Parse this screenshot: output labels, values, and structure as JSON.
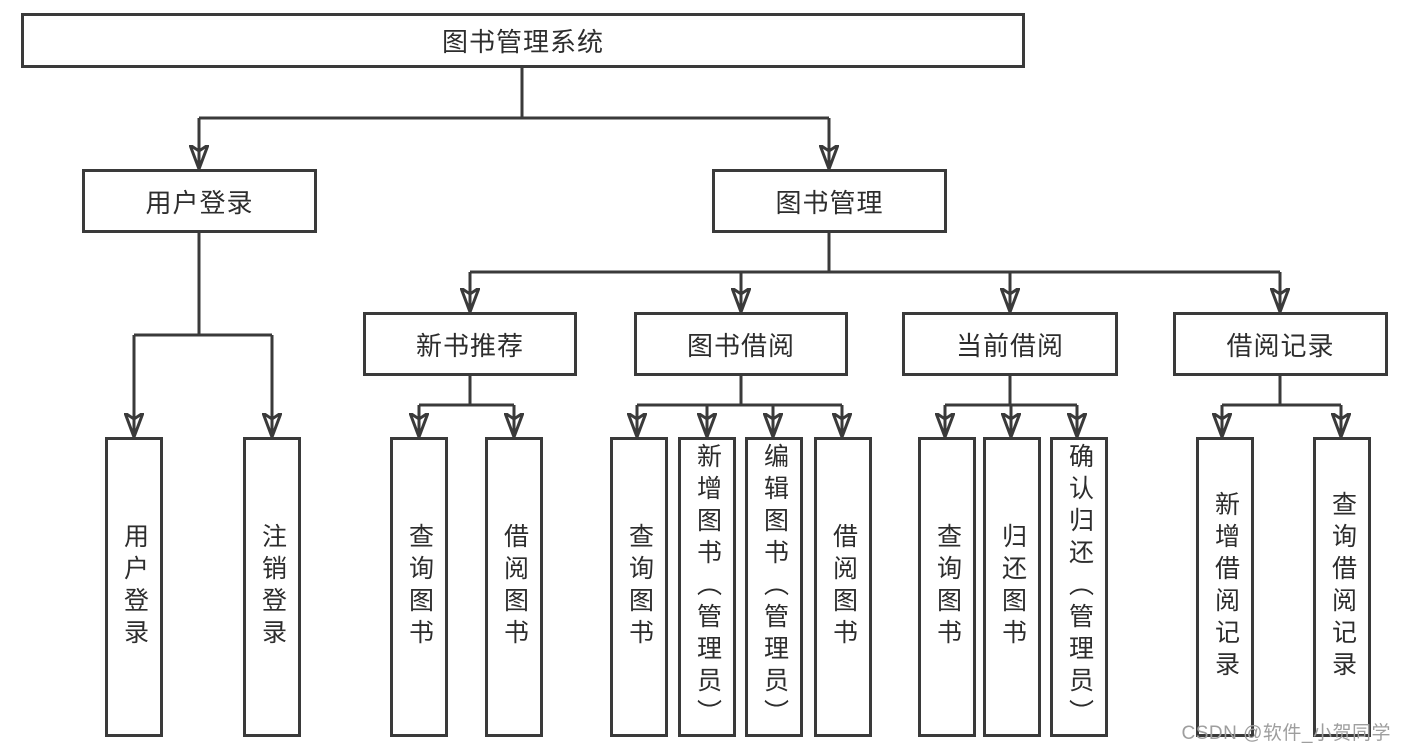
{
  "diagram": {
    "root": {
      "label": "图书管理系统",
      "children": [
        {
          "label": "用户登录",
          "children": [
            {
              "label": "用户登录"
            },
            {
              "label": "注销登录"
            }
          ]
        },
        {
          "label": "图书管理",
          "children": [
            {
              "label": "新书推荐",
              "children": [
                {
                  "label": "查询图书"
                },
                {
                  "label": "借阅图书"
                }
              ]
            },
            {
              "label": "图书借阅",
              "children": [
                {
                  "label": "查询图书"
                },
                {
                  "label": "新增图书（管理员）"
                },
                {
                  "label": "编辑图书（管理员）"
                },
                {
                  "label": "借阅图书"
                }
              ]
            },
            {
              "label": "当前借阅",
              "children": [
                {
                  "label": "查询图书"
                },
                {
                  "label": "归还图书"
                },
                {
                  "label": "确认归还（管理员）"
                }
              ]
            },
            {
              "label": "借阅记录",
              "children": [
                {
                  "label": "新增借阅记录"
                },
                {
                  "label": "查询借阅记录"
                }
              ]
            }
          ]
        }
      ]
    }
  },
  "watermark": {
    "text": "CSDN @软件_小贺同学"
  },
  "colors": {
    "line": "#3a3a3a",
    "box_border": "#3a3a3a",
    "box_fill": "#ffffff",
    "text": "#2d2d2d",
    "watermark": "#9e9e9e",
    "background": "#ffffff"
  }
}
